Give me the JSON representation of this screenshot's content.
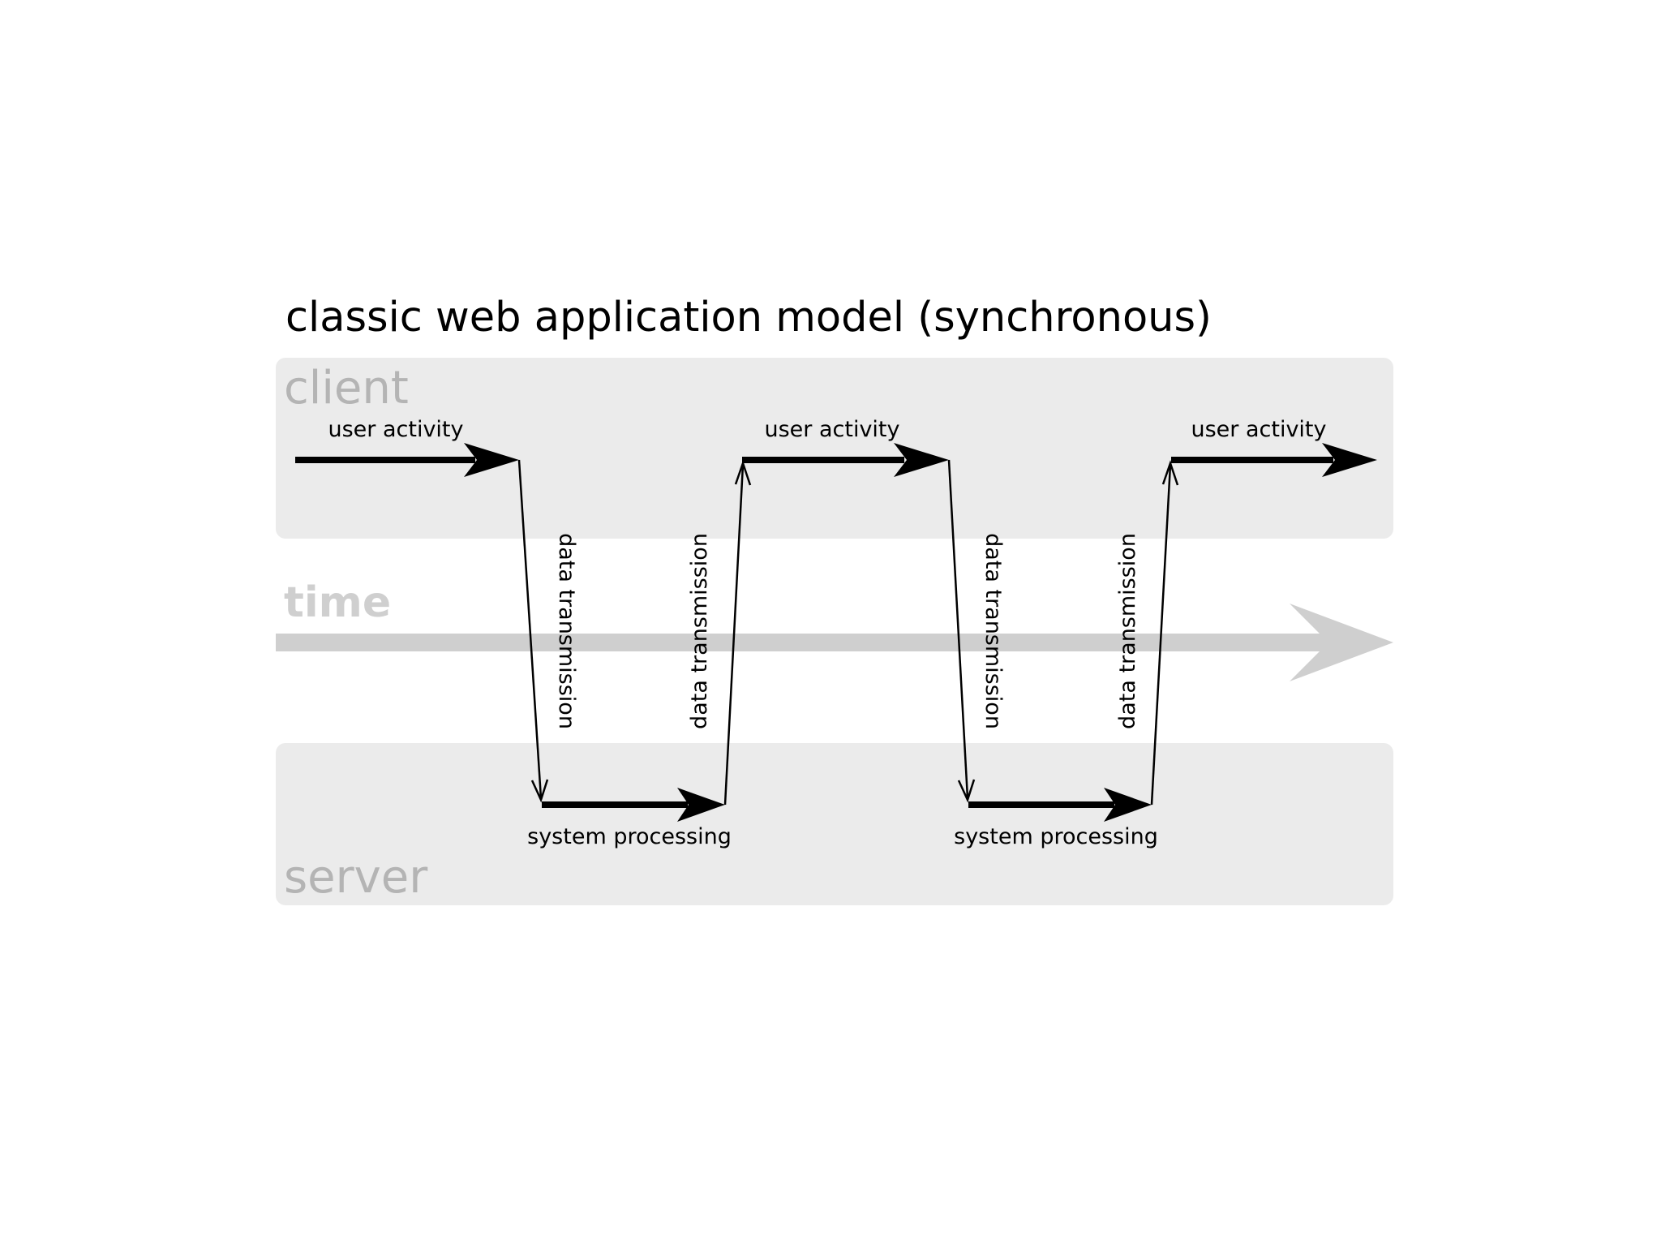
{
  "title": "classic web application model (synchronous)",
  "lanes": {
    "client": "client",
    "time": "time",
    "server": "server"
  },
  "steps": {
    "user_activity_1": "user activity",
    "user_activity_2": "user activity",
    "user_activity_3": "user activity",
    "data_transmission_1": "data transmission",
    "data_transmission_2": "data transmission",
    "data_transmission_3": "data transmission",
    "data_transmission_4": "data transmission",
    "system_processing_1": "system processing",
    "system_processing_2": "system processing"
  },
  "colors": {
    "lane_fill": "#ebebeb",
    "lane_label": "#b4b4b4",
    "time_arrow": "#cfcfcf",
    "arrow": "#000000"
  }
}
